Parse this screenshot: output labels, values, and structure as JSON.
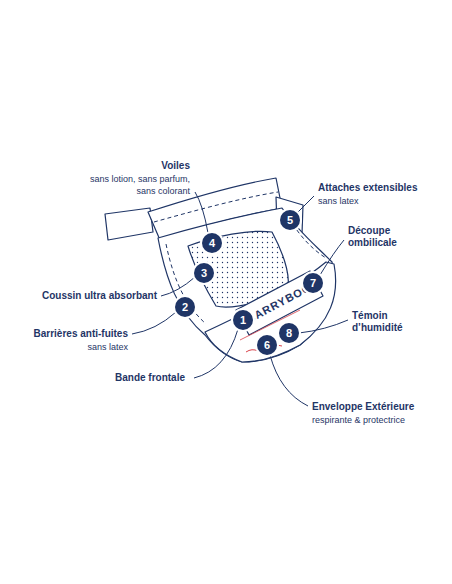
{
  "diagram": {
    "nodes": [
      {
        "text": [
          "1"
        ]
      },
      {
        "text": [
          "2"
        ]
      },
      {
        "text": [
          "3"
        ]
      },
      {
        "text": [
          "4"
        ]
      },
      {
        "text": [
          "5"
        ]
      },
      {
        "text": [
          "6"
        ]
      },
      {
        "text": [
          "7"
        ]
      },
      {
        "text": [
          "8"
        ]
      }
    ],
    "labels": [
      "Voiles",
      "sans lotion, sans parfum, sans colorant",
      "Attaches extensibles",
      "sans latex",
      "Découpe ombilicale",
      "Coussin ultra absorbant",
      "Barrières anti-fuites",
      "sans latex",
      "Témoin d’humidité",
      "Bande frontale",
      "Enveloppe Extérieure",
      "respirante & protectrice",
      "CARRYBOO"
    ]
  }
}
